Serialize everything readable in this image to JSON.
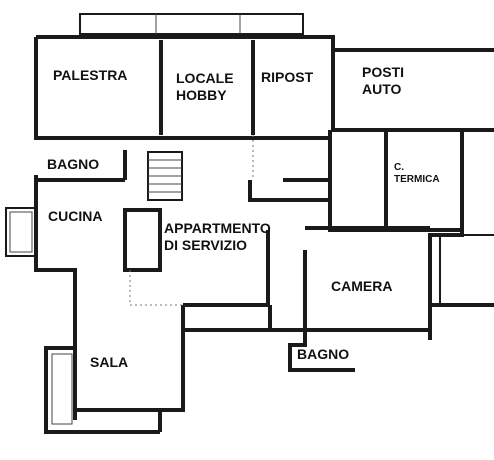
{
  "rooms": {
    "palestra": "PALESTRA",
    "locale_hobby": [
      "LOCALE",
      "HOBBY"
    ],
    "ripost": "RIPOST",
    "posti_auto": [
      "POSTI",
      "AUTO"
    ],
    "bagno_upper": "BAGNO",
    "cucina": "CUCINA",
    "appartamento": [
      "APPARTMENTO",
      "DI SERVIZIO"
    ],
    "c_termica": [
      "C.",
      "TERMICA"
    ],
    "camera": "CAMERA",
    "sala": "SALA",
    "bagno_lower": "BAGNO"
  }
}
